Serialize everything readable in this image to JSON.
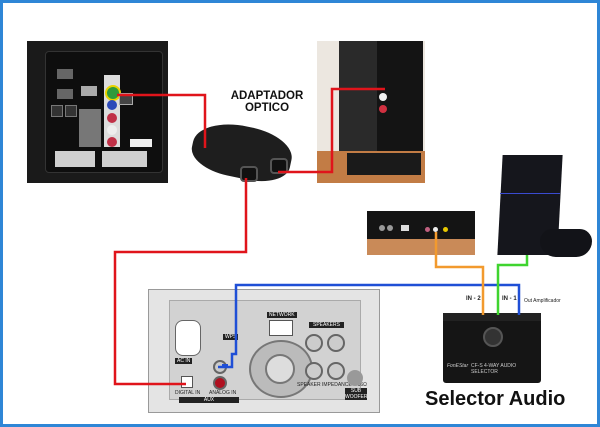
{
  "diagram": {
    "title": "Selector Audio",
    "adapter_label_line1": "ADAPTADOR",
    "adapter_label_line2": "OPTICO",
    "selector_inputs": {
      "in2": "IN - 2",
      "in1": "IN - 1",
      "out": "Out Amplificador"
    },
    "selector_device_text": "CF-S  4-WAY AUDIO SELECTOR",
    "selector_brand": "FonEStar",
    "amp_panel_labels": {
      "network": "NETWORK",
      "speakers": "SPEAKERS",
      "wps": "WPS",
      "ac_in": "AC IN",
      "digital_in": "DIGITAL IN",
      "analog_in": "ANALOG IN",
      "aux": "AUX",
      "subwoofer": "SUB WOOFER",
      "speaker_impedance": "SPEAKER IMPEDANCE 4-16Ω"
    },
    "devices": [
      "TV rear panel",
      "Optical adapter",
      "Headphone stand",
      "Decoder",
      "PS4 console",
      "Amplifier",
      "Audio selector"
    ],
    "wire_colors": {
      "optical": "#e0141b",
      "analog_out": "#1f4fd6",
      "in2": "#f29a2e",
      "in1": "#3fd42f"
    },
    "frame_color": "#2f86d6"
  }
}
